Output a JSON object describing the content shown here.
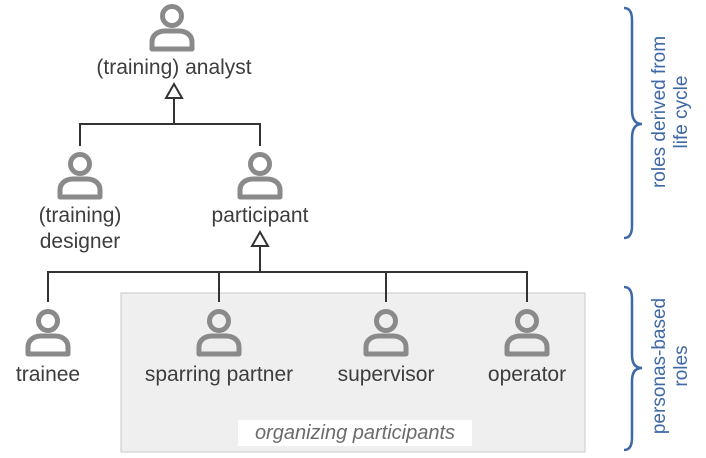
{
  "colors": {
    "person": "#8a8a8a",
    "line": "#333333",
    "group_fill": "#efefef",
    "group_border": "#c8c8c8",
    "bracket": "#3f69a6"
  },
  "icon": "person-icon",
  "roles": {
    "analyst": "(training) analyst",
    "designer_1": "(training)",
    "designer_2": "designer",
    "participant": "participant",
    "trainee": "trainee",
    "sparring_partner": "sparring partner",
    "supervisor": "supervisor",
    "operator": "operator"
  },
  "group": {
    "label": "organizing participants"
  },
  "brackets": {
    "lifecycle_1": "roles derived from",
    "lifecycle_2": "life cycle",
    "personas_1": "personas-based",
    "personas_2": "roles"
  }
}
